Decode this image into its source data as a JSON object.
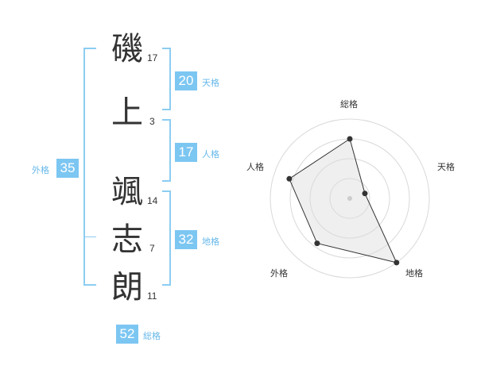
{
  "name": {
    "chars": [
      {
        "char": "磯",
        "strokes": "17"
      },
      {
        "char": "上",
        "strokes": "3"
      },
      {
        "char": "颯",
        "strokes": "14"
      },
      {
        "char": "志",
        "strokes": "7"
      },
      {
        "char": "朗",
        "strokes": "11"
      }
    ]
  },
  "scores": {
    "tenkaku": {
      "value": "20",
      "label": "天格"
    },
    "jinkaku": {
      "value": "17",
      "label": "人格"
    },
    "chikaku": {
      "value": "32",
      "label": "地格"
    },
    "gaikaku": {
      "value": "35",
      "label": "外格"
    },
    "soukaku": {
      "value": "52",
      "label": "総格"
    }
  },
  "colors": {
    "accent": "#7cc6f2",
    "bracket": "#8ccdf2",
    "label": "#66b8ea",
    "text": "#333333"
  },
  "chart_data": {
    "type": "radar",
    "axes": [
      "総格",
      "天格",
      "地格",
      "外格",
      "人格"
    ],
    "values": [
      0.75,
      0.2,
      1.0,
      0.7,
      0.8
    ],
    "range": [
      0,
      1
    ],
    "rings": 4
  }
}
